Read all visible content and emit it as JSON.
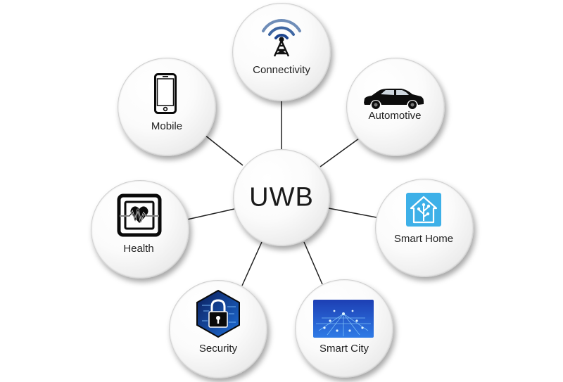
{
  "hub": {
    "label": "UWB"
  },
  "nodes": [
    {
      "id": "connectivity",
      "label": "Connectivity",
      "icon": "antenna-tower-icon"
    },
    {
      "id": "automotive",
      "label": "Automotive",
      "icon": "car-icon"
    },
    {
      "id": "smart-home",
      "label": "Smart Home",
      "icon": "smart-home-icon"
    },
    {
      "id": "smart-city",
      "label": "Smart City",
      "icon": "smart-city-icon"
    },
    {
      "id": "security",
      "label": "Security",
      "icon": "padlock-icon"
    },
    {
      "id": "health",
      "label": "Health",
      "icon": "heart-monitor-icon"
    },
    {
      "id": "mobile",
      "label": "Mobile",
      "icon": "smartphone-icon"
    }
  ],
  "colors": {
    "line": "#222222",
    "smart_home_blue": "#3db0e8",
    "security_blue": "#1e6fd9",
    "city_blue": "#1f4fc9"
  }
}
